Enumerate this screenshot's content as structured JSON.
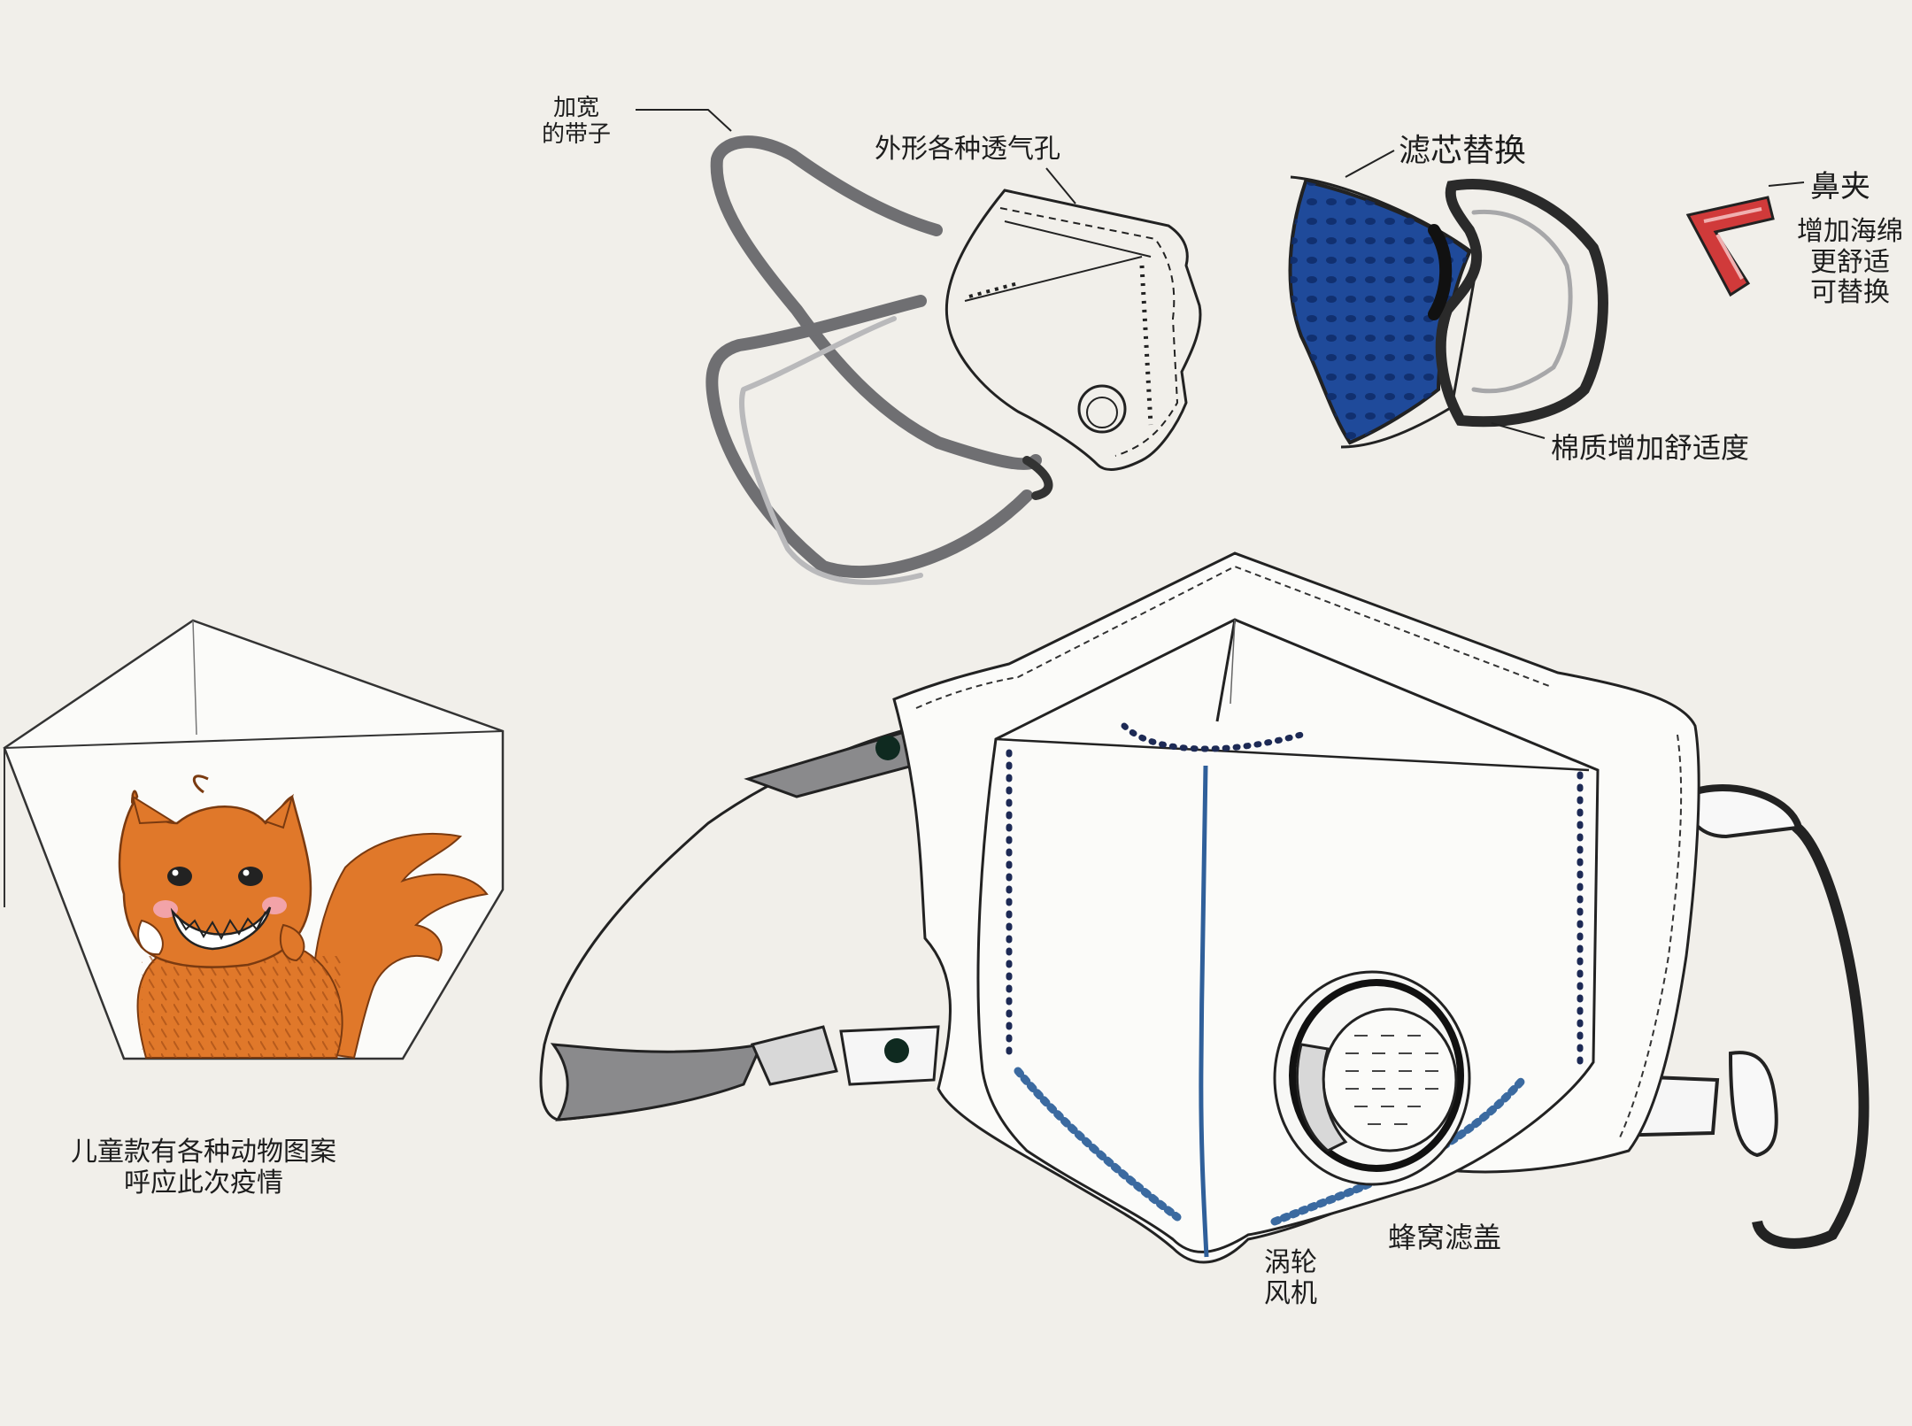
{
  "labels": {
    "strap_line1": "加宽",
    "strap_line2": "的带子",
    "vent_shape": "外形各种透气孔",
    "filter_replace": "滤芯替换",
    "nose_clip": "鼻夹",
    "sponge_line1": "增加海绵",
    "sponge_line2": "更舒适",
    "sponge_line3": "可替换",
    "cotton_comfort": "棉质增加舒适度",
    "kids_line1": "儿童款有各种动物图案",
    "kids_line2": "呼应此次疫情",
    "turbo_line1": "涡轮",
    "turbo_line2": "风机",
    "honeycomb_cover": "蜂窝滤盖"
  },
  "colors": {
    "paper": "#f1efea",
    "ink": "#1d1d1d",
    "strap_gray": "#8a8a8c",
    "filter_blue": "#1f4a9a",
    "fox_orange": "#e0782a",
    "cheek_pink": "#f2a3a8",
    "nose_clip_red": "#d03a3a",
    "seam_blue": "#2f5f9a"
  },
  "icons": {
    "mask_illustration": "mask-drawing",
    "fox": "fox-drawing"
  }
}
